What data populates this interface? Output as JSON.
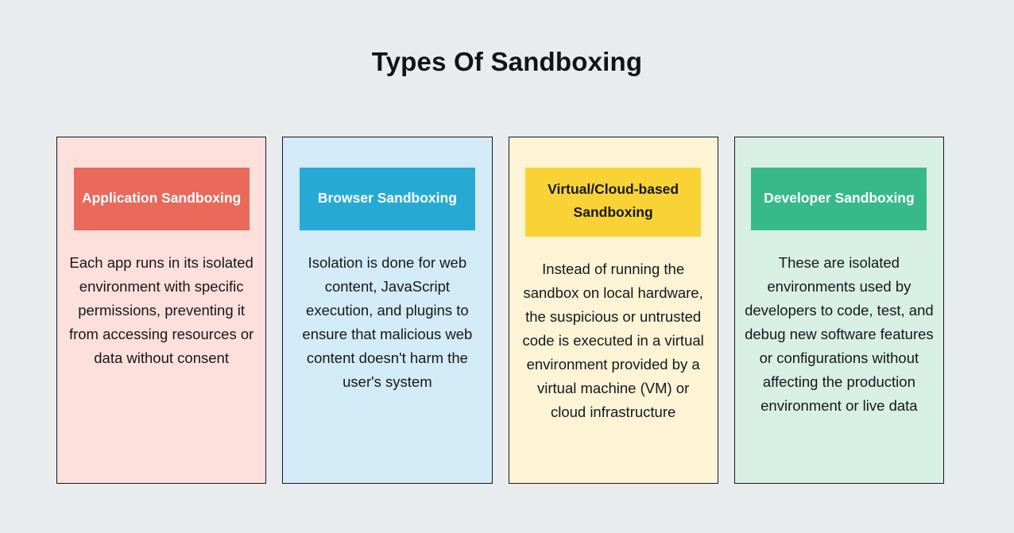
{
  "page": {
    "title": "Types Of Sandboxing",
    "background_color": "#E9ECEE",
    "text_color": "#16181A"
  },
  "cards": [
    {
      "header": "Application Sandboxing",
      "body": "Each app runs in its isolated environment with specific permissions, preventing it from accessing resources or data without consent",
      "header_bg": "#E9695B",
      "header_text_color": "#FFFFFF",
      "card_bg": "#FDDFDC",
      "border_color": "#16181A"
    },
    {
      "header": "Browser Sandboxing",
      "body": "Isolation is done for web content, JavaScript execution, and plugins to ensure that malicious web content doesn't harm the user's system",
      "header_bg": "#26AAD4",
      "header_text_color": "#FFFFFF",
      "card_bg": "#D3EAF7",
      "border_color": "#16181A"
    },
    {
      "header": "Virtual/Cloud-based Sandboxing",
      "body": "Instead of running the sandbox on local hardware, the suspicious or untrusted code is executed in a virtual environment provided by a virtual machine (VM) or cloud infrastructure",
      "header_bg": "#F9D335",
      "header_text_color": "#16181A",
      "card_bg": "#FDF4D6",
      "border_color": "#16181A"
    },
    {
      "header": "Developer Sandboxing",
      "body": "These are isolated environments used by developers to code, test, and debug new software features or configurations without affecting the production environment or live data",
      "header_bg": "#37B98A",
      "header_text_color": "#FFFFFF",
      "card_bg": "#D8EFE4",
      "border_color": "#16181A"
    }
  ]
}
